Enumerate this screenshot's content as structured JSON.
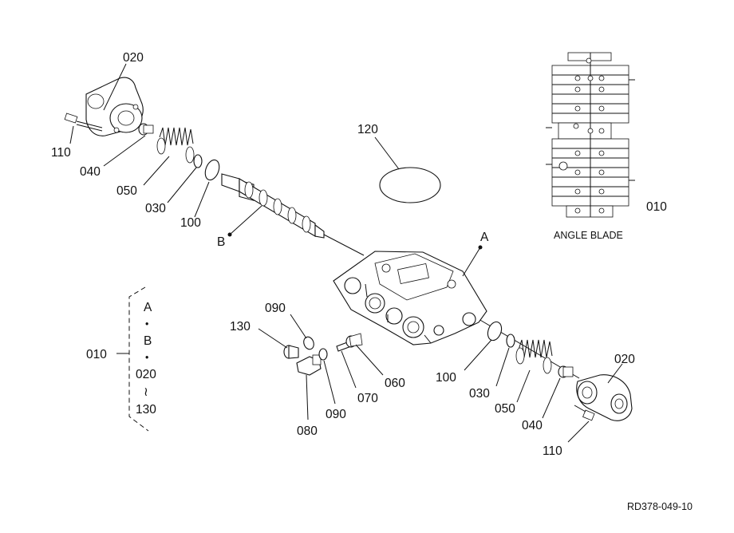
{
  "labels": {
    "p020_top": "020",
    "p110_left": "110",
    "p040_left": "040",
    "p050_left": "050",
    "p030_left": "030",
    "p100_left": "100",
    "pB": "B",
    "p120": "120",
    "pA": "A",
    "p010_right": "010",
    "angle_blade": "ANGLE BLADE",
    "p090_top": "090",
    "p130": "130",
    "p080": "080",
    "p090_bot": "090",
    "p070": "070",
    "p060": "060",
    "p100_right": "100",
    "p030_right": "030",
    "p050_right": "050",
    "p040_right": "040",
    "p020_right": "020",
    "p110_right": "110",
    "ref_code": "RD378-049-10"
  },
  "legend": {
    "label": "010",
    "line1": "A",
    "dot1": "•",
    "line2": "B",
    "dot2": "•",
    "line3": "020",
    "tilde": "≀",
    "line4": "130"
  },
  "colors": {
    "ink": "#111111",
    "paper": "#ffffff"
  }
}
